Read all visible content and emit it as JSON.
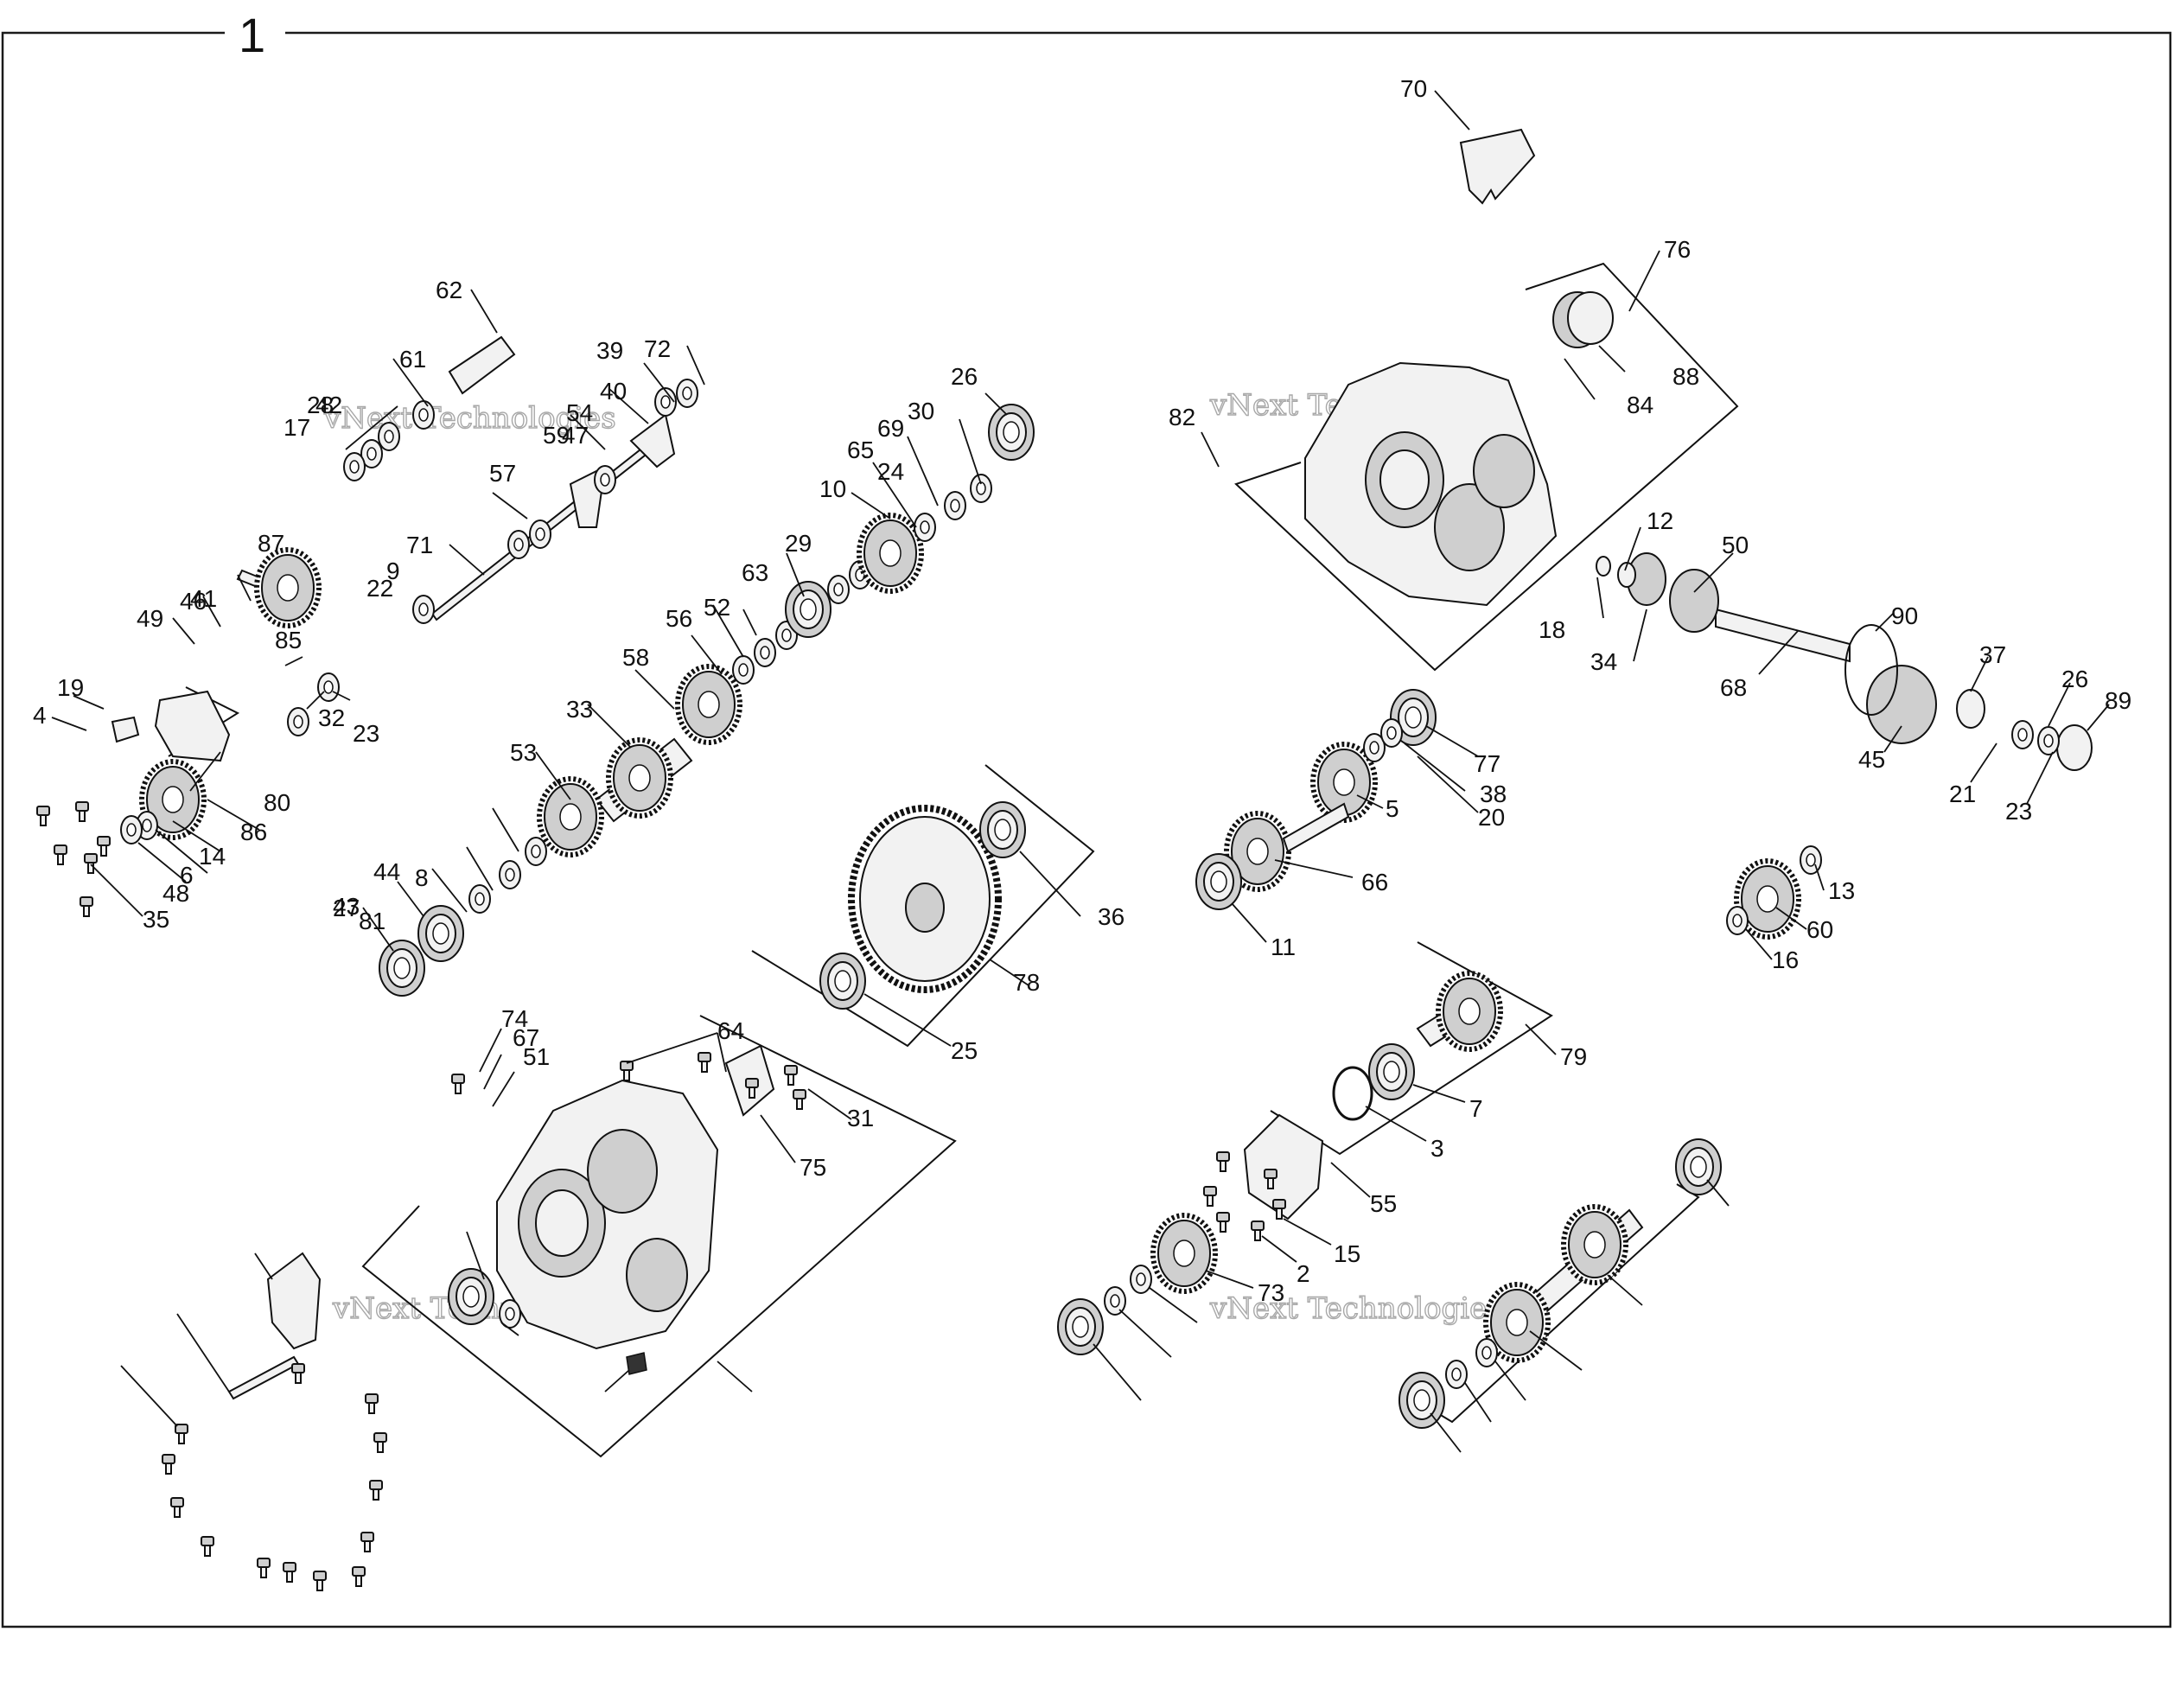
{
  "figure": {
    "number": "1",
    "watermark": "vNext Technologies"
  },
  "callouts": [
    "70",
    "76",
    "88",
    "84",
    "82",
    "12",
    "50",
    "18",
    "34",
    "90",
    "68",
    "37",
    "26",
    "89",
    "45",
    "21",
    "23",
    "62",
    "61",
    "42",
    "28",
    "17",
    "22",
    "9",
    "39",
    "72",
    "40",
    "54",
    "59",
    "47",
    "57",
    "71",
    "87",
    "41",
    "46",
    "49",
    "85",
    "32",
    "23",
    "26",
    "30",
    "69",
    "65",
    "24",
    "10",
    "29",
    "63",
    "52",
    "56",
    "58",
    "33",
    "53",
    "8",
    "44",
    "81",
    "27",
    "43",
    "19",
    "4",
    "80",
    "86",
    "14",
    "6",
    "48",
    "35",
    "74",
    "67",
    "51",
    "64",
    "31",
    "75",
    "36",
    "25",
    "78",
    "5",
    "66",
    "11",
    "20",
    "38",
    "77",
    "60",
    "13",
    "16",
    "79",
    "7",
    "3",
    "55",
    "15",
    "2",
    "73"
  ]
}
